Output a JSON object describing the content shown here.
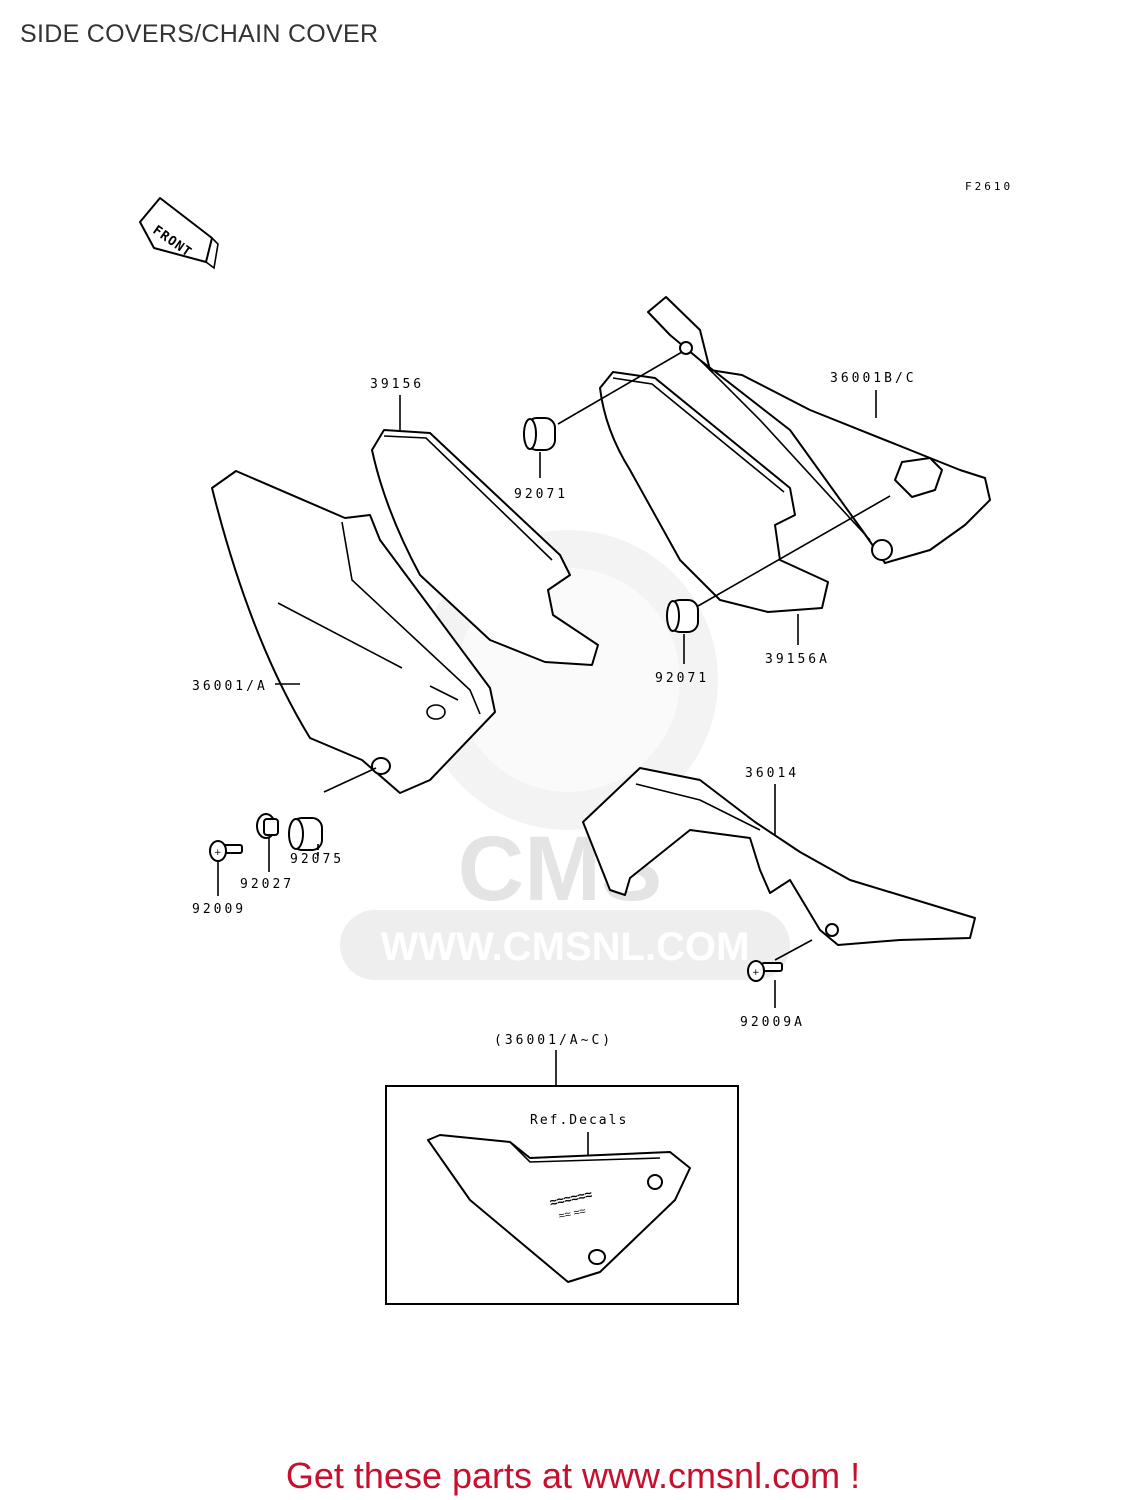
{
  "title": "SIDE COVERS/CHAIN COVER",
  "figure_code": "F2610",
  "front_arrow_label": "FRONT",
  "parts": {
    "p39156": "39156",
    "p92071_top": "92071",
    "p36001bc": "36001B/C",
    "p92071_bottom": "92071",
    "p39156a": "39156A",
    "p36001a": "36001/A",
    "p36014": "36014",
    "p92075": "92075",
    "p92027": "92027",
    "p92009": "92009",
    "p92009a": "92009A"
  },
  "inset": {
    "heading": "(36001/A~C)",
    "decals_label": "Ref.Decals"
  },
  "watermark": {
    "brand": "CMS",
    "url": "WWW.CMSNL.COM"
  },
  "footer": "Get these parts at www.cmsnl.com !",
  "colors": {
    "footer": "#c8102e",
    "watermark": "#e4e4e4"
  }
}
